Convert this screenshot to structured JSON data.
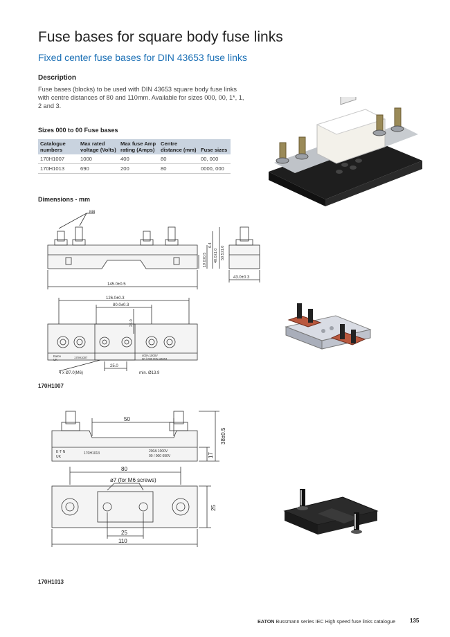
{
  "header": {
    "title": "Fuse bases for square body fuse links",
    "subtitle": "Fixed center fuse bases for DIN 43653 fuse links"
  },
  "description": {
    "heading": "Description",
    "text": "Fuse bases (blocks) to be used with DIN 43653 square body fuse links with centre distances of 80 and 110mm. Available for sizes 000, 00, 1*, 1, 2 and 3."
  },
  "sizes_table": {
    "heading": "Sizes 000 to 00 Fuse bases",
    "columns": [
      "Catalogue numbers",
      "Max rated voltage (Volts)",
      "Max fuse Amp rating (Amps)",
      "Centre distance (mm)",
      "Fuse sizes"
    ],
    "rows": [
      [
        "170H1007",
        "1000",
        "400",
        "80",
        "00, 000"
      ],
      [
        "170H1013",
        "690",
        "200",
        "80",
        "0000, 000"
      ]
    ]
  },
  "dimensions": {
    "heading": "Dimensions - mm",
    "drawing1": {
      "m8": "M8",
      "width_total": "145.0±0.5",
      "dim_64": "6.4",
      "dim_40": "40.0±1.0",
      "dim_50": "50.5±1.0",
      "dim_19": "19.0±0.5",
      "depth": "43.0±0.3",
      "dim_126": "126.0±0.3",
      "dim_80": "80.0±0.3",
      "dim_25v": "25.0",
      "dim_25h": "25.0",
      "holes": "4 x Ø7.0(M6)",
      "min_hole": "min. Ø13.9",
      "plate_brand": "Eaton",
      "plate_uk": "UK",
      "plate_cat": "170H1007",
      "plate_rating1": "400A   1000V",
      "plate_rating2": "00 / 000   DIN 43653",
      "part_label": "170H1007"
    },
    "drawing2": {
      "dim_50": "50",
      "dim_38": "38±0.5",
      "dim_17": "17",
      "dim_80": "80",
      "holes": "ø7  (for M6 screws)",
      "dim_25v": "25",
      "dim_25h": "25",
      "dim_110": "110",
      "plate_brand": "E·T·N",
      "plate_uk": "UK",
      "plate_cat": "170H1013",
      "plate_rating1": "200A   1000V",
      "plate_rating2": "00 / 000   690V",
      "part_label": "170H1013"
    }
  },
  "footer": {
    "brand": "EATON",
    "text": "Bussmann series  IEC High speed fuse links catalogue",
    "page": "135"
  }
}
